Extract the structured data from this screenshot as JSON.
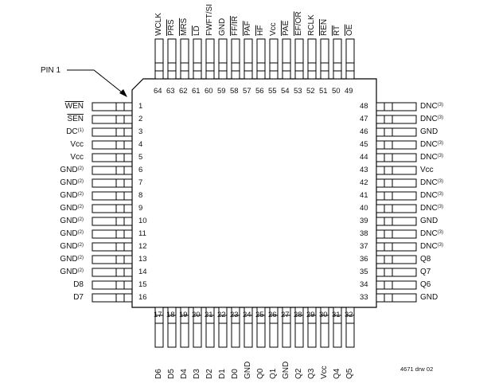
{
  "pin1_label": "PIN 1",
  "drawing_id": "4671 drw 02",
  "left_pins": [
    {
      "num": "1",
      "name": "WEN",
      "overline": true,
      "note": ""
    },
    {
      "num": "2",
      "name": "SEN",
      "overline": true,
      "note": ""
    },
    {
      "num": "3",
      "name": "DC",
      "overline": false,
      "note": "(1)"
    },
    {
      "num": "4",
      "name": "Vcc",
      "overline": false,
      "note": ""
    },
    {
      "num": "5",
      "name": "Vcc",
      "overline": false,
      "note": ""
    },
    {
      "num": "6",
      "name": "GND",
      "overline": false,
      "note": "(2)"
    },
    {
      "num": "7",
      "name": "GND",
      "overline": false,
      "note": "(2)"
    },
    {
      "num": "8",
      "name": "GND",
      "overline": false,
      "note": "(2)"
    },
    {
      "num": "9",
      "name": "GND",
      "overline": false,
      "note": "(2)"
    },
    {
      "num": "10",
      "name": "GND",
      "overline": false,
      "note": "(2)"
    },
    {
      "num": "11",
      "name": "GND",
      "overline": false,
      "note": "(2)"
    },
    {
      "num": "12",
      "name": "GND",
      "overline": false,
      "note": "(2)"
    },
    {
      "num": "13",
      "name": "GND",
      "overline": false,
      "note": "(2)"
    },
    {
      "num": "14",
      "name": "GND",
      "overline": false,
      "note": "(2)"
    },
    {
      "num": "15",
      "name": "D8",
      "overline": false,
      "note": ""
    },
    {
      "num": "16",
      "name": "D7",
      "overline": false,
      "note": ""
    }
  ],
  "bottom_pins": [
    {
      "num": "17",
      "name": "D6"
    },
    {
      "num": "18",
      "name": "D5"
    },
    {
      "num": "19",
      "name": "D4"
    },
    {
      "num": "20",
      "name": "D3"
    },
    {
      "num": "21",
      "name": "D2"
    },
    {
      "num": "22",
      "name": "D1"
    },
    {
      "num": "23",
      "name": "D0"
    },
    {
      "num": "24",
      "name": "GND"
    },
    {
      "num": "25",
      "name": "Q0"
    },
    {
      "num": "26",
      "name": "Q1"
    },
    {
      "num": "27",
      "name": "GND"
    },
    {
      "num": "28",
      "name": "Q2"
    },
    {
      "num": "29",
      "name": "Q3"
    },
    {
      "num": "30",
      "name": "Vcc"
    },
    {
      "num": "31",
      "name": "Q4"
    },
    {
      "num": "32",
      "name": "Q5"
    }
  ],
  "right_pins": [
    {
      "num": "48",
      "name": "DNC",
      "note": "(3)"
    },
    {
      "num": "47",
      "name": "DNC",
      "note": "(3)"
    },
    {
      "num": "46",
      "name": "GND",
      "note": ""
    },
    {
      "num": "45",
      "name": "DNC",
      "note": "(3)"
    },
    {
      "num": "44",
      "name": "DNC",
      "note": "(3)"
    },
    {
      "num": "43",
      "name": "Vcc",
      "note": ""
    },
    {
      "num": "42",
      "name": "DNC",
      "note": "(3)"
    },
    {
      "num": "41",
      "name": "DNC",
      "note": "(3)"
    },
    {
      "num": "40",
      "name": "DNC",
      "note": "(3)"
    },
    {
      "num": "39",
      "name": "GND",
      "note": ""
    },
    {
      "num": "38",
      "name": "DNC",
      "note": "(3)"
    },
    {
      "num": "37",
      "name": "DNC",
      "note": "(3)"
    },
    {
      "num": "36",
      "name": "Q8",
      "note": ""
    },
    {
      "num": "35",
      "name": "Q7",
      "note": ""
    },
    {
      "num": "34",
      "name": "Q6",
      "note": ""
    },
    {
      "num": "33",
      "name": "GND",
      "note": ""
    }
  ],
  "top_pins": [
    {
      "num": "64",
      "name": "WCLK",
      "overline": false
    },
    {
      "num": "63",
      "name": "PRS",
      "overline": true
    },
    {
      "num": "62",
      "name": "MRS",
      "overline": true
    },
    {
      "num": "61",
      "name": "LD",
      "overline": true
    },
    {
      "num": "60",
      "name": "FWFT/SI",
      "overline": false
    },
    {
      "num": "59",
      "name": "GND",
      "overline": false
    },
    {
      "num": "58",
      "name": "FF/IR",
      "overline": true
    },
    {
      "num": "57",
      "name": "PAF",
      "overline": true
    },
    {
      "num": "56",
      "name": "HF",
      "overline": true
    },
    {
      "num": "55",
      "name": "Vcc",
      "overline": false
    },
    {
      "num": "54",
      "name": "PAE",
      "overline": true
    },
    {
      "num": "53",
      "name": "EF/OR",
      "overline": true
    },
    {
      "num": "52",
      "name": "RCLK",
      "overline": false
    },
    {
      "num": "51",
      "name": "REN",
      "overline": true
    },
    {
      "num": "50",
      "name": "RT",
      "overline": true
    },
    {
      "num": "49",
      "name": "OE",
      "overline": true
    }
  ]
}
